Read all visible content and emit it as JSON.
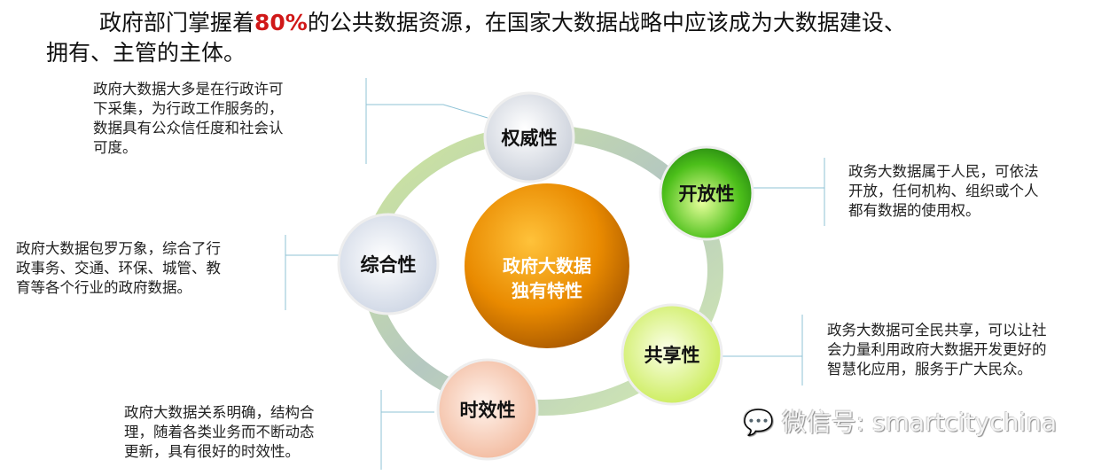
{
  "heading": {
    "line1_before": "政府部门掌握着",
    "line1_highlight": "80%",
    "line1_after": "的公共数据资源，在国家大数据战略中应该成为大数据建设、",
    "line2": "拥有、主管的主体。",
    "highlight_color": "#d01818"
  },
  "center": {
    "line1": "政府大数据",
    "line2": "独有特性",
    "color": "#e08a00"
  },
  "nodes": {
    "authority": {
      "label": "权威性",
      "desc": [
        "政府大数据大多是在行政许可",
        "下采集，为行政工作服务的，",
        "数据具有公众信任度和社会认",
        "可度。"
      ]
    },
    "openness": {
      "label": "开放性",
      "desc": [
        "政务大数据属于人民，可依法",
        "开放，任何机构、组织或个人",
        "都有数据的使用权。"
      ]
    },
    "sharing": {
      "label": "共享性",
      "desc": [
        "政务大数据可全民共享，可以让社",
        "会力量利用政府大数据开发更好的",
        "智慧化应用，服务于广大民众。"
      ]
    },
    "timeliness": {
      "label": "时效性",
      "desc": [
        "政府大数据关系明确，结构合",
        "理，随着各类业务而不断动态",
        "更新，具有很好的时效性。"
      ]
    },
    "comprehensive": {
      "label": "综合性",
      "desc": [
        "政府大数据包罗万象，综合了行",
        "政事务、交通、环保、城管、教",
        "育等各个行业的政府数据。"
      ]
    }
  },
  "watermark": {
    "text": "微信号: smartcitychina",
    "icon": "wechat-icon"
  }
}
